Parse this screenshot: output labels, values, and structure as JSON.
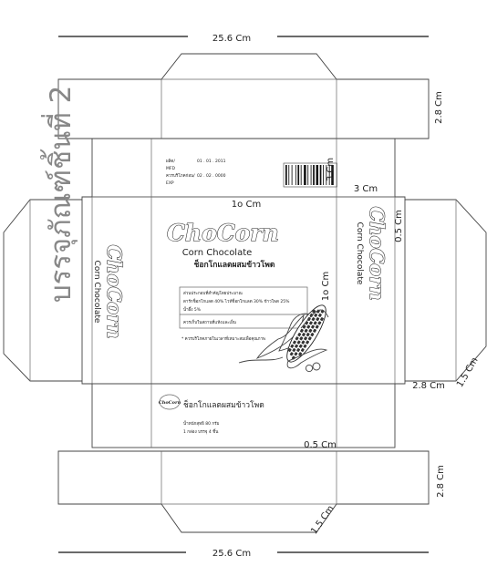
{
  "title_text": "บรรจุภัณฑ์ชิ้นที่ 2",
  "dimensions": {
    "top_width": "25.6 Cm",
    "bottom_width": "25.6 Cm",
    "top_flap_height": "2.8 Cm",
    "bottom_flap_height": "2.8 Cm",
    "upper_strip_height": "3 Cm",
    "panel_3cm": "3 Cm",
    "inner_10cm_top": "1o Cm",
    "inner_10cm_side": "1o Cm",
    "tab_05_right": "0.5 Cm",
    "tab_05_bottom": "0.5 Cm",
    "side_28": "2.8 Cm",
    "side_15": "1.5 Cm",
    "bottom_15": "1.5 Cm"
  },
  "info_block": {
    "mfg_label": "ผลิต/",
    "mfg_value": "01 . 01 . 2011",
    "mfd_label": "MFD",
    "exp_label": "ควรบริโภคก่อน/",
    "exp_value": "02 . 02 . 0000",
    "exp_en": "EXP"
  },
  "brand": {
    "logo": "ChoCorn",
    "name_en": "Corn Chocolate",
    "name_th": "ช็อกโกแลตผสมข้าวโพด"
  },
  "ingredients": {
    "line1": "ส่วนประกอบที่สำคัญโดยประมาณ",
    "line2": "ดาร์กช็อกโกแลต 40% ไวท์ช็อกโกแลต 30% ข้าวโพด 25%",
    "line3": "น้ำผึ้ง 5%",
    "line4": "ควรเก็บในสถานที่แห้งและเย็น"
  },
  "note": "* ควรบริโภคภายในเวลาที่เหมาะสมเพื่อคุณภาพ",
  "bottom_panel": {
    "logo_small": "ChoCorn",
    "name_th": "ช็อกโกแลตผสมข้าวโพด",
    "weight": "น้ำหนักสุทธิ 80 กรัม",
    "count": "1 กล่อง บรรจุ 4 ชิ้น"
  }
}
